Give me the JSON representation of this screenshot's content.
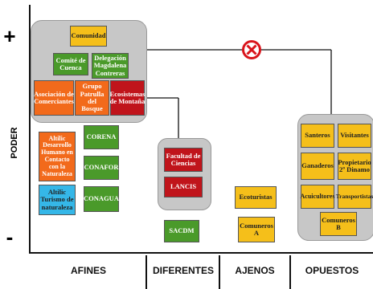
{
  "axis": {
    "y_label": "PODER",
    "plus": "+",
    "minus": "-"
  },
  "categories": [
    "AFINES",
    "DIFERENTES",
    "AJENOS",
    "OPUESTOS"
  ],
  "nodes": {
    "comunidad": "Comunidad",
    "comite_cuenca": "Comité de Cuenca",
    "delegacion": "Delegación Magdalena Contreras",
    "asociacion": "Asociación de Comerciantes",
    "grupo_patrulla": "Grupo Patrulla del Bosque",
    "ecosistemas": "Ecosistemas de Montaña",
    "altilic_desarrollo": "Altilic Desarrollo Humano en Contacto con la Naturaleza",
    "altilic_turismo": "Altilic Turismo de naturaleza",
    "corena": "CORENA",
    "conafor": "CONAFOR",
    "conagua": "CONAGUA",
    "facultad_ciencias": "Facultad de Ciencias",
    "lancis": "LANCIS",
    "sacdm": "SACDM",
    "ecoturistas": "Ecoturistas",
    "comuneros_a": "Comuneros A",
    "santeros": "Santeros",
    "visitantes": "Visitantes",
    "ganaderos": "Ganaderos",
    "propietario": "Propietario 2º Dinamo",
    "acuicultores": "Acuicultores",
    "transportistas": "Transportistas",
    "comuneros_b": "Comuneros B"
  },
  "colors": {
    "yellow": "#f5bf1a",
    "green": "#4a9a2a",
    "orange": "#f26a1b",
    "red": "#c0141b",
    "cyan": "#35b7e8",
    "panel": "#c7c7c7",
    "conflict": "#d9141b"
  },
  "icons": {
    "conflict": "crossed-circle-icon"
  }
}
